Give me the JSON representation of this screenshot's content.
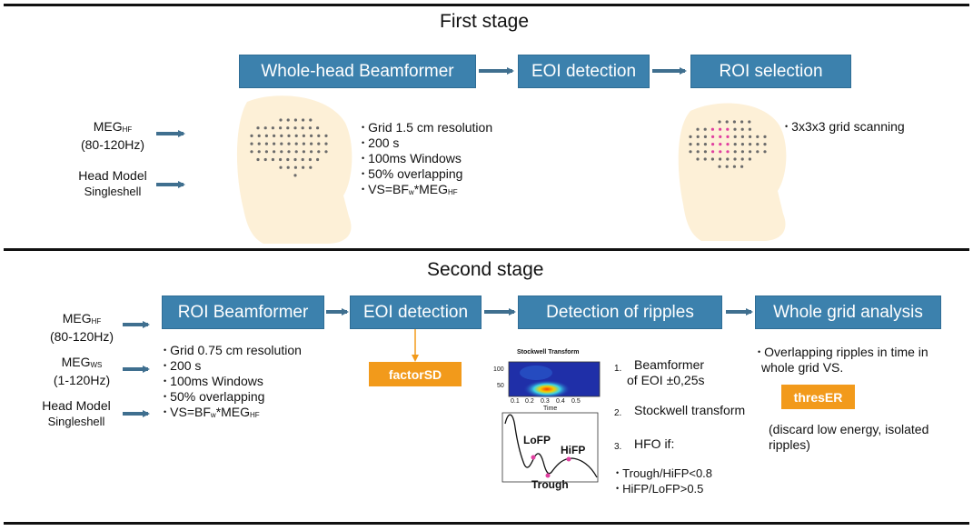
{
  "stage1": {
    "title": "First stage",
    "boxes": [
      "Whole-head Beamformer",
      "EOI detection",
      "ROI selection"
    ],
    "inputs": [
      {
        "main": "MEG",
        "sub": "HF",
        "detail": "(80-120Hz)"
      },
      {
        "main": "Head Model",
        "detail": "Singleshell"
      }
    ],
    "bullets": [
      "Grid 1.5 cm resolution",
      "200 s",
      "100ms Windows",
      "50% overlapping"
    ],
    "vs": {
      "a": "VS=BF",
      "b": "w",
      "c": "*MEG",
      "d": "HF"
    },
    "roi_note": "3x3x3 grid scanning"
  },
  "stage2": {
    "title": "Second stage",
    "boxes": [
      "ROI Beamformer",
      "EOI detection",
      "Detection of ripples",
      "Whole grid analysis"
    ],
    "inputs": [
      {
        "main": "MEG",
        "sub": "HF",
        "detail": "(80-120Hz)"
      },
      {
        "main": "MEG",
        "sub": "WS",
        "detail": "(1-120Hz)"
      },
      {
        "main": "Head Model",
        "detail": "Singleshell"
      }
    ],
    "bullets": [
      "Grid 0.75 cm resolution",
      "200 s",
      "100ms Windows",
      "50% overlapping"
    ],
    "vs": {
      "a": "VS=BF",
      "b": "w",
      "c": "*MEG",
      "d": "HF"
    },
    "factor": "factorSD",
    "stockwell": {
      "title": "Stockwell Transform",
      "yticks": [
        "100",
        "50"
      ],
      "xticks": [
        "0.1",
        "0.2",
        "0.3",
        "0.4",
        "0.5"
      ],
      "xlabel": "Time"
    },
    "trace_labels": {
      "lofp": "LoFP",
      "hifp": "HiFP",
      "trough": "Trough"
    },
    "steps": [
      {
        "num": "1.",
        "text": "Beamformer",
        "text2": "of EOI ±0,25s"
      },
      {
        "num": "2.",
        "text": "Stockwell transform"
      },
      {
        "num": "3.",
        "text": "HFO if:"
      }
    ],
    "criteria": [
      "Trough/HiFP<0.8",
      "HiFP/LoFP>0.5"
    ],
    "grid_note": "Overlapping ripples in time in",
    "grid_note2": "whole grid VS.",
    "thres": "thresER",
    "discard": "(discard low energy, isolated",
    "discard2": "ripples)"
  },
  "colors": {
    "box": "#3c81ad",
    "orange": "#f29a1b",
    "arrow": "#3f6f8f",
    "head": "#fdf0d7",
    "pink": "#e040a0"
  }
}
